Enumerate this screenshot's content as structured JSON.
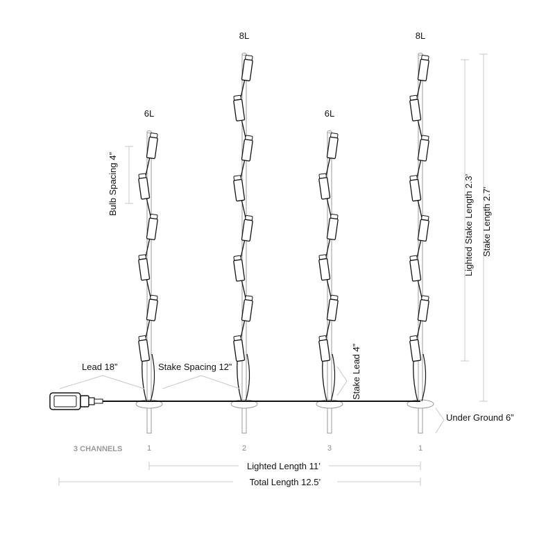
{
  "stakes": [
    {
      "count_label": "6L",
      "channel": "1",
      "bulbs": 6
    },
    {
      "count_label": "8L",
      "channel": "2",
      "bulbs": 8
    },
    {
      "count_label": "6L",
      "channel": "3",
      "bulbs": 6
    },
    {
      "count_label": "8L",
      "channel": "1",
      "bulbs": 8
    }
  ],
  "labels": {
    "bulb_spacing": "Bulb Spacing 4”",
    "lead": "Lead 18”",
    "stake_spacing": "Stake Spacing 12”",
    "stake_lead": "Stake Lead 4”",
    "lighted_stake_length": "Lighted Stake Length 2.3’",
    "stake_length": "Stake Length 2.7’",
    "under_ground": "Under Ground  6”",
    "channels": "3 CHANNELS",
    "lighted_length": "Lighted Length 11’",
    "total_length": "Total Length 12.5’"
  }
}
